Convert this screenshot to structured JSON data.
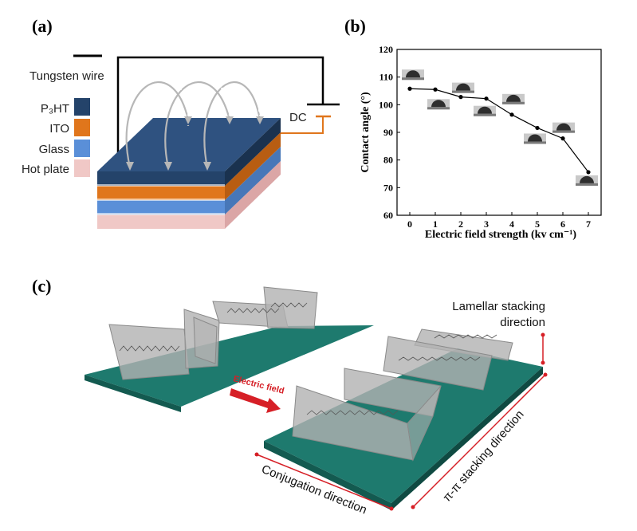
{
  "panels": {
    "a": "(a)",
    "b": "(b)",
    "c": "(c)"
  },
  "panel_a": {
    "tungsten_label": "Tungsten wire",
    "dc_label": "DC",
    "legend": [
      {
        "label": "P₃HT",
        "color": "#24436a"
      },
      {
        "label": "ITO",
        "color": "#e0761c"
      },
      {
        "label": "Glass",
        "color": "#5a8fd8"
      },
      {
        "label": "Hot plate",
        "color": "#f0c8c6"
      }
    ]
  },
  "chart_data": {
    "type": "line",
    "xlabel": "Electric field strength (kv cm⁻¹)",
    "ylabel": "Contact angle (°)",
    "xlim": [
      -0.5,
      7.5
    ],
    "ylim": [
      60,
      120
    ],
    "x_ticks": [
      "0",
      "1",
      "2",
      "3",
      "4",
      "5",
      "6",
      "7"
    ],
    "y_ticks": [
      "60",
      "70",
      "80",
      "90",
      "100",
      "110",
      "120"
    ],
    "x": [
      0,
      1,
      2,
      3,
      4,
      5,
      6,
      7
    ],
    "values": [
      105.8,
      105.5,
      102.8,
      102.2,
      96.4,
      91.6,
      87.8,
      75.6
    ],
    "marker_color": "#000000",
    "grid": false
  },
  "panel_c": {
    "electric_field_label": "Electric field",
    "lamellar_label_line1": "Lamellar stacking",
    "lamellar_label_line2": "direction",
    "pi_label": "π-π stacking direction",
    "conjugation_label": "Conjugation direction",
    "substrate_color": "#1e7a6e",
    "arrow_color": "#d61f26"
  }
}
